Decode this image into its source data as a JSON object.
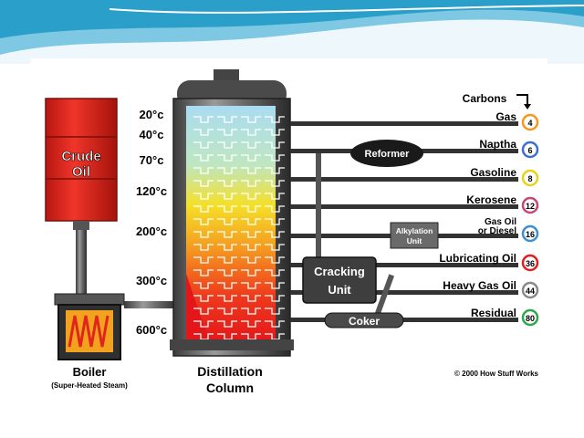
{
  "header": {
    "wave_colors": [
      "#2a9fc9",
      "#7ec8e3",
      "#d3eef8"
    ]
  },
  "crude_oil": {
    "line1": "Crude",
    "line2": "Oil",
    "color": "#e0261c"
  },
  "boiler": {
    "label": "Boiler",
    "sublabel": "(Super-Heated Steam)"
  },
  "column": {
    "label_line1": "Distillation",
    "label_line2": "Column"
  },
  "temperatures": [
    "20°c",
    "40°c",
    "70°c",
    "120°c",
    "200°c",
    "300°c",
    "600°c"
  ],
  "carbons_label": "Carbons",
  "products": [
    {
      "name": "Gas",
      "carbons": "4",
      "color": "#f29a1f"
    },
    {
      "name": "Naptha",
      "carbons": "6",
      "color": "#3b6fd1"
    },
    {
      "name": "Gasoline",
      "carbons": "8",
      "color": "#e8d21a"
    },
    {
      "name": "Kerosene",
      "carbons": "12",
      "color": "#c7457a"
    },
    {
      "name_line1": "Gas Oil",
      "name_line2": "or Diesel",
      "carbons": "16",
      "color": "#3a8fd8"
    },
    {
      "name": "Lubricating Oil",
      "carbons": "36",
      "color": "#e02020"
    },
    {
      "name": "Heavy Gas Oil",
      "carbons": "44",
      "color": "#8a8a8a"
    },
    {
      "name": "Residual",
      "carbons": "80",
      "color": "#2fa84a"
    }
  ],
  "units": {
    "reformer": "Reformer",
    "alkylation_line1": "Alkylation",
    "alkylation_line2": "Unit",
    "cracking_line1": "Cracking",
    "cracking_line2": "Unit",
    "coker": "Coker"
  },
  "copyright": "© 2000 How Stuff Works"
}
